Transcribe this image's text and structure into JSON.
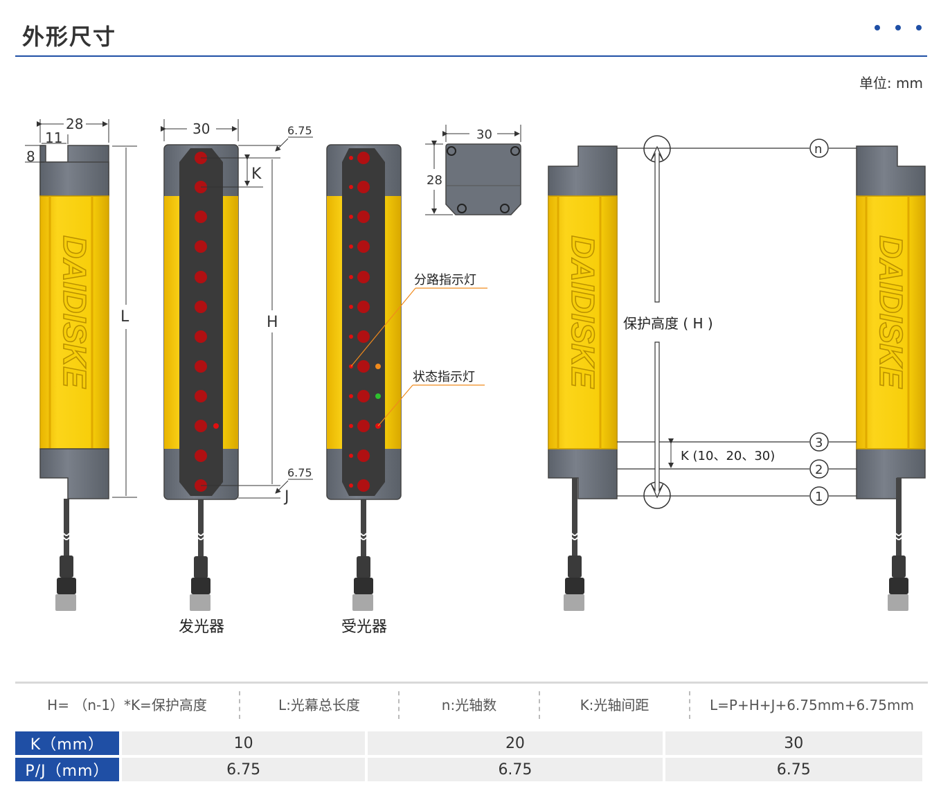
{
  "header": {
    "title": "外形尺寸"
  },
  "unit": "单位: mm",
  "emitter": {
    "label": "发光器",
    "brand": "DAIDISKE",
    "dims": {
      "width_side": "28",
      "offset": "11",
      "step": "8",
      "width_front": "30",
      "pitch_top": "6.75",
      "pitch_bottom": "6.75"
    },
    "letters": {
      "L": "L",
      "H": "H",
      "K": "K",
      "J": "J"
    }
  },
  "receiver": {
    "label": "受光器",
    "branch_indicator": "分路指示灯",
    "status_indicator": "状态指示灯"
  },
  "end_cap": {
    "width": "30",
    "height": "28"
  },
  "pair": {
    "protect_height": "保护高度 ( H )",
    "k_note": "K (10、20、30)",
    "beams": [
      "n",
      "3",
      "2",
      "1"
    ]
  },
  "formula": [
    "H= （n-1）*K=保护高度",
    "L:光幕总长度",
    "n:光轴数",
    "K:光轴间距",
    "L=P+H+J+6.75mm+6.75mm"
  ],
  "table": {
    "rows": [
      {
        "head": "K（mm）",
        "cells": [
          "10",
          "20",
          "30"
        ]
      },
      {
        "head": "P/J（mm）",
        "cells": [
          "6.75",
          "6.75",
          "6.75"
        ]
      }
    ]
  },
  "colors": {
    "accent": "#1f4fa5",
    "yellow": "#f7ce0a",
    "housing": "#707680",
    "led": "#b01012",
    "body": "#3a3a3a",
    "orange": "#f08a1c",
    "green": "#2ec12e"
  }
}
